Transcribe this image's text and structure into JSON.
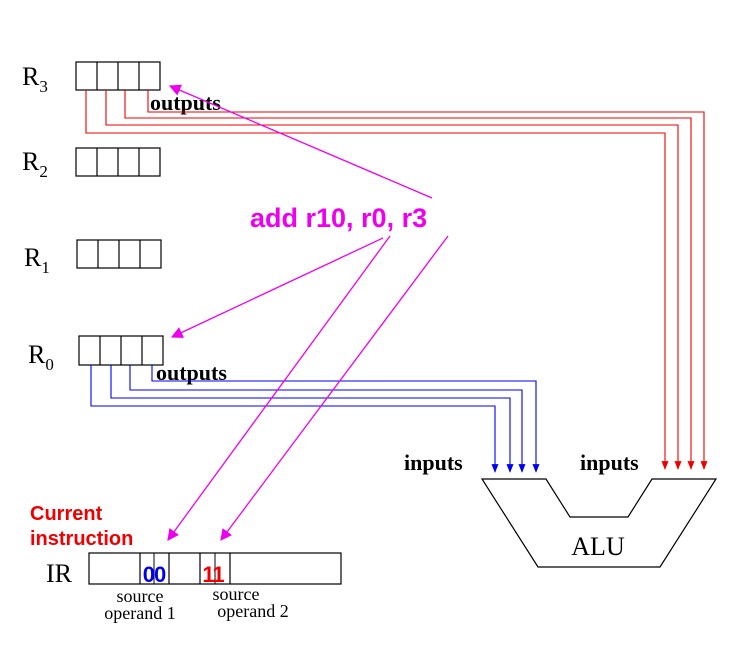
{
  "registers": {
    "r3": {
      "letter": "R",
      "sub": "3"
    },
    "r2": {
      "letter": "R",
      "sub": "2"
    },
    "r1": {
      "letter": "R",
      "sub": "1"
    },
    "r0": {
      "letter": "R",
      "sub": "0"
    }
  },
  "outputs_label": "outputs",
  "instruction_text": "add r10, r0, r3",
  "inputs_label": "inputs",
  "alu_label": "ALU",
  "ir": {
    "label": "IR",
    "operand1_bits": "00",
    "operand2_bits": "11",
    "current_instruction_line1": "Current",
    "current_instruction_line2": "instruction",
    "source1_line1": "source",
    "source1_line2": "operand 1",
    "source2_line1": "source",
    "source2_line2": "operand 2"
  },
  "colors": {
    "magenta": "#ee00ee",
    "red": "#ee0000",
    "blue": "#0000ee",
    "black": "#000000"
  }
}
